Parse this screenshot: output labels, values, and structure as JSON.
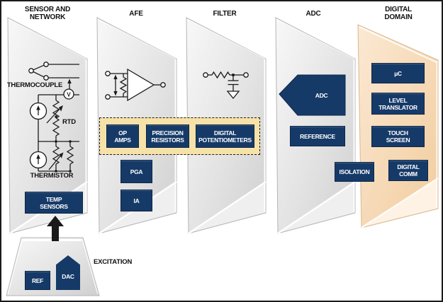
{
  "headers": {
    "p1": "SENSOR AND\nNETWORK",
    "p2": "AFE",
    "p3": "FILTER",
    "p4": "ADC",
    "p5": "DIGITAL\nDOMAIN"
  },
  "sensor": {
    "thermocouple_label": "THERMOCOUPLE",
    "voltmeter": "V",
    "rtd_label": "RTD",
    "thermistor_label": "THERMISTOR",
    "temp_sensors": "TEMP\nSENSORS"
  },
  "afe": {
    "pga": "PGA",
    "ia": "IA"
  },
  "passives_group": {
    "op_amps": "OP\nAMPS",
    "precision_resistors": "PRECISION\nRESISTORS",
    "digital_potentiometers": "DIGITAL\nPOTENTIOMETERS"
  },
  "adc": {
    "adc": "ADC",
    "reference": "REFERENCE"
  },
  "isolation": "ISOLATION",
  "digital": {
    "uc": "µC",
    "level_translator": "LEVEL\nTRANSLATOR",
    "touch_screen": "TOUCH\nSCREEN",
    "digital_comm": "DIGITAL\nCOMM"
  },
  "excitation": {
    "label": "EXCITATION",
    "ref": "REF",
    "dac": "DAC"
  },
  "colors": {
    "navy": "#163a68",
    "tan": "#f6e2a8",
    "peach_face_light": "#fbe9d4",
    "peach_face_dark": "#f4d0a2",
    "gray_face_light": "#f7f7f7",
    "gray_face_dark": "#d2d2d2",
    "line": "#1a1a1a"
  }
}
